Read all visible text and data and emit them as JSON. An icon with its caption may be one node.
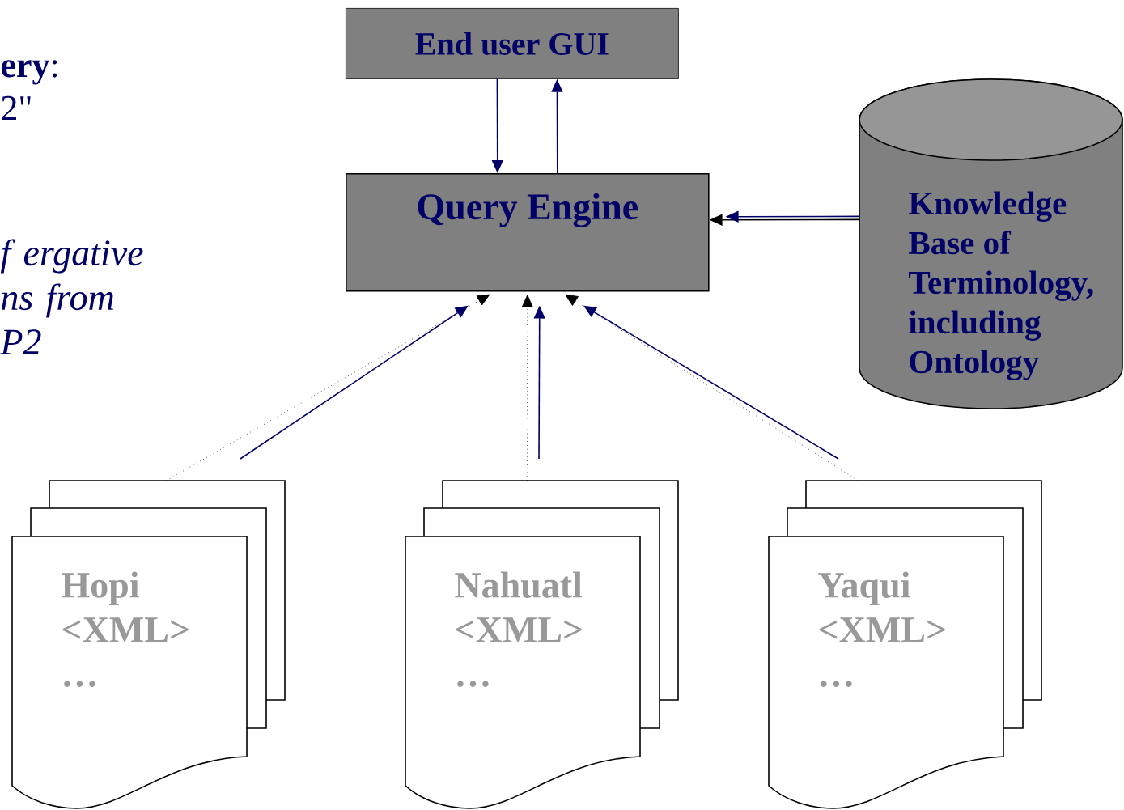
{
  "diagram": {
    "nodes": [
      {
        "text": [
          "End user GUI"
        ]
      },
      {
        "text": [
          "Query Engine"
        ]
      },
      {
        "text": [
          "Knowledge Base of Terminology, including Ontology"
        ]
      },
      {
        "text": [
          "Hopi <XML> …"
        ]
      },
      {
        "text": [
          "Nahuatl <XML> …"
        ]
      },
      {
        "text": [
          "Yaqui <XML> …"
        ]
      }
    ],
    "edges": [
      {
        "from": 0,
        "to": 1,
        "arrow": "to"
      },
      {
        "from": 1,
        "to": 0,
        "arrow": "to"
      },
      {
        "from": 2,
        "to": 1,
        "arrow": "to",
        "color": "#000000"
      },
      {
        "from": 2,
        "to": 1,
        "arrow": "to"
      },
      {
        "from": 3,
        "to": 1,
        "arrow": "to",
        "style": "dashed",
        "color": "#000000"
      },
      {
        "from": null,
        "to": 1,
        "arrow": "to"
      },
      {
        "from": 4,
        "to": 1,
        "arrow": "to",
        "style": "dashed",
        "color": "#000000"
      },
      {
        "from": null,
        "to": 1,
        "arrow": "to"
      },
      {
        "from": 5,
        "to": 1,
        "arrow": "to",
        "style": "dashed",
        "color": "#000000"
      },
      {
        "from": null,
        "to": 1,
        "arrow": "to"
      }
    ],
    "labels": [
      "**ery**:",
      "2\"",
      "f ergative ns from P2"
    ]
  }
}
